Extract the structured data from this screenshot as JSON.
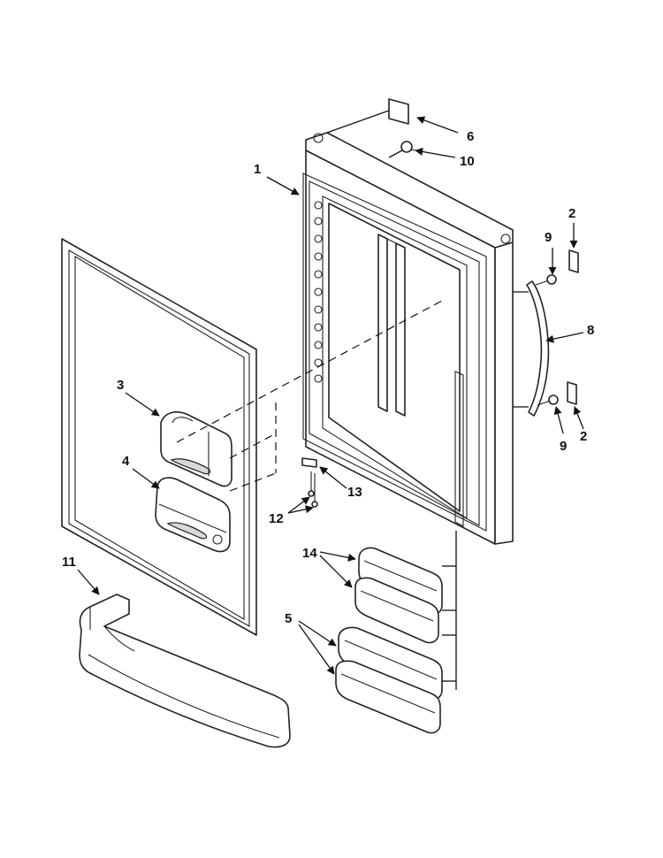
{
  "callouts": [
    {
      "id": "c1",
      "label": "1"
    },
    {
      "id": "c2a",
      "label": "2"
    },
    {
      "id": "c2b",
      "label": "2"
    },
    {
      "id": "c3",
      "label": "3"
    },
    {
      "id": "c4",
      "label": "4"
    },
    {
      "id": "c5",
      "label": "5"
    },
    {
      "id": "c6",
      "label": "6"
    },
    {
      "id": "c8",
      "label": "8"
    },
    {
      "id": "c9a",
      "label": "9"
    },
    {
      "id": "c9b",
      "label": "9"
    },
    {
      "id": "c10",
      "label": "10"
    },
    {
      "id": "c11",
      "label": "11"
    },
    {
      "id": "c12",
      "label": "12"
    },
    {
      "id": "c13",
      "label": "13"
    },
    {
      "id": "c14",
      "label": "14"
    }
  ]
}
